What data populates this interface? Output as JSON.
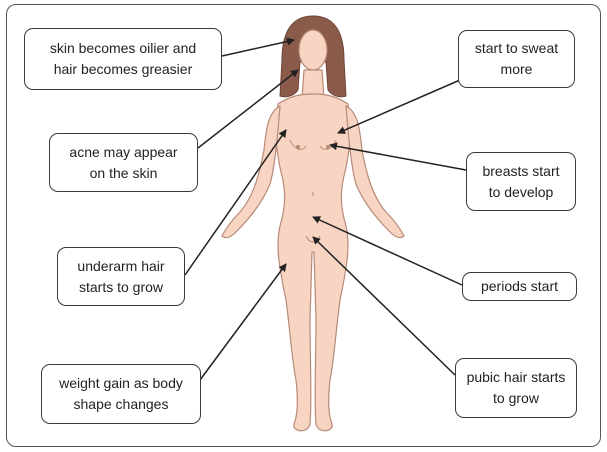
{
  "callouts": {
    "skin_oilier": "skin becomes oilier and\nhair becomes greasier",
    "sweat_more": "start to sweat\nmore",
    "acne": "acne may appear\non the skin",
    "breasts": "breasts start\nto develop",
    "underarm_hair": "underarm hair\nstarts to grow",
    "periods": "periods start",
    "weight_gain": "weight gain as body\nshape changes",
    "pubic_hair": "pubic hair starts\nto grow"
  },
  "colors": {
    "skin": "#f8d4c2",
    "skin_outline": "#b88a78",
    "hair": "#8a5a4a",
    "arrow": "#222222",
    "box_border": "#3a3a3a"
  }
}
